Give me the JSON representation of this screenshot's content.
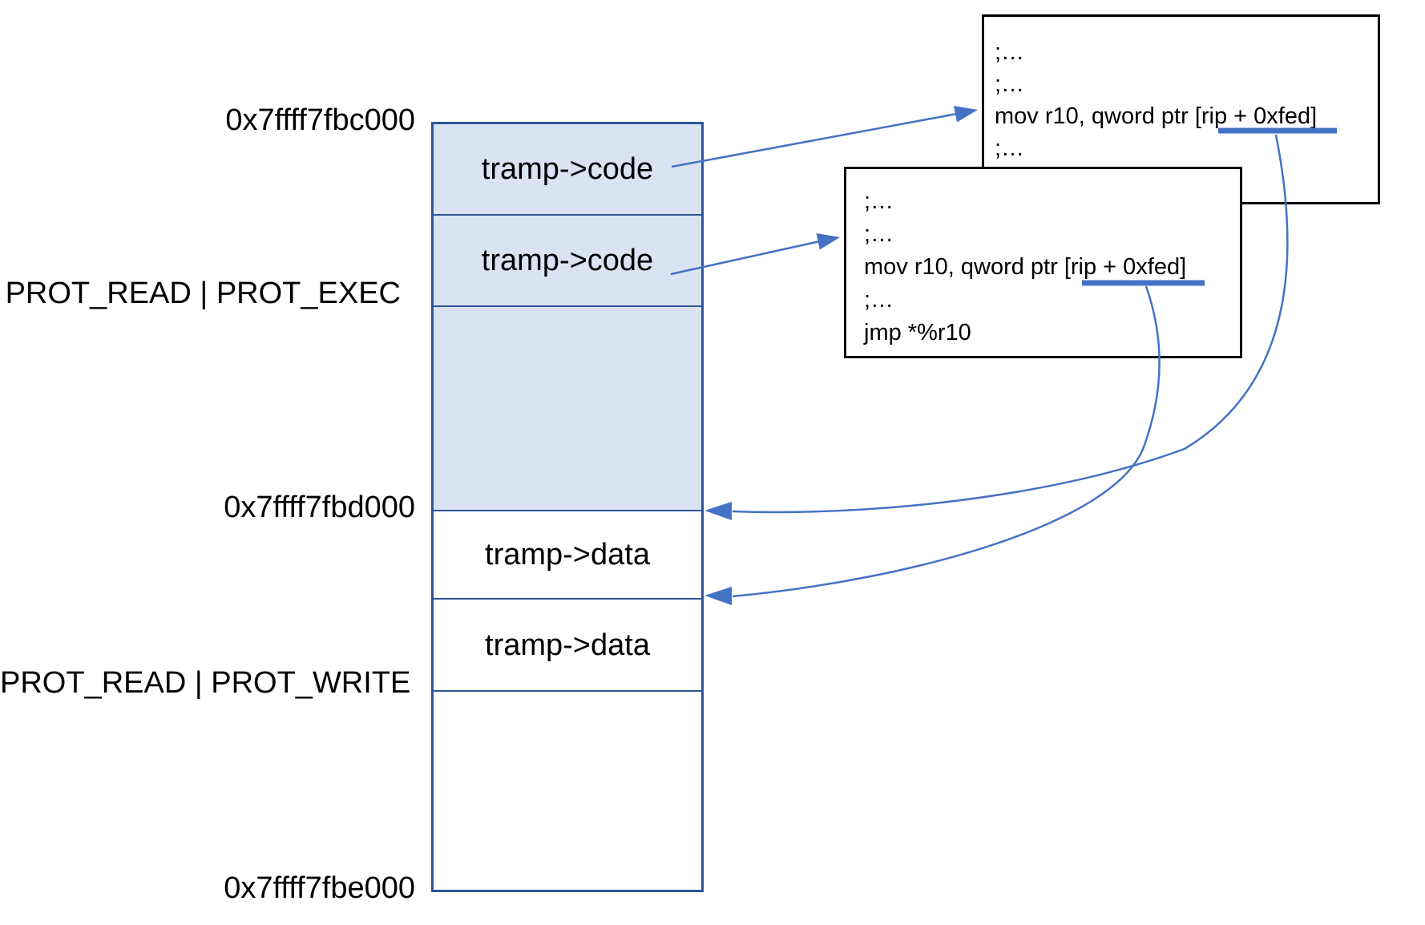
{
  "diagram": {
    "memory_column": {
      "address_labels": [
        {
          "text": "0x7ffff7fbc000"
        },
        {
          "text": "0x7ffff7fbd000"
        },
        {
          "text": "0x7ffff7fbe000"
        }
      ],
      "protection_labels": [
        {
          "text": "PROT_READ | PROT_EXEC"
        },
        {
          "text": "PROT_READ | PROT_WRITE"
        }
      ],
      "sections": [
        {
          "label": "tramp->code",
          "protection": "exec"
        },
        {
          "label": "tramp->code",
          "protection": "exec"
        },
        {
          "label": "",
          "protection": "exec"
        },
        {
          "label": "tramp->data",
          "protection": "write"
        },
        {
          "label": "tramp->data",
          "protection": "write"
        },
        {
          "label": "",
          "protection": "write"
        }
      ]
    },
    "code_boxes": {
      "back": {
        "lines": [
          ";…",
          ";…",
          "mov r10, qword ptr [rip + 0xfed]",
          ";…"
        ],
        "underlined_text": "[rip + 0xfed]"
      },
      "front": {
        "lines": [
          ";…",
          ";…",
          "mov r10, qword ptr [rip + 0xfed]",
          ";…",
          "jmp *%r10"
        ],
        "underlined_text": "[rip + 0xfed]"
      }
    },
    "colors": {
      "exec_section_fill": "#dae3f3",
      "column_border": "#2e5597",
      "arrow_accent": "#4472c4",
      "code_box_border": "#000000",
      "text": "#000000",
      "background": "#ffffff"
    }
  }
}
